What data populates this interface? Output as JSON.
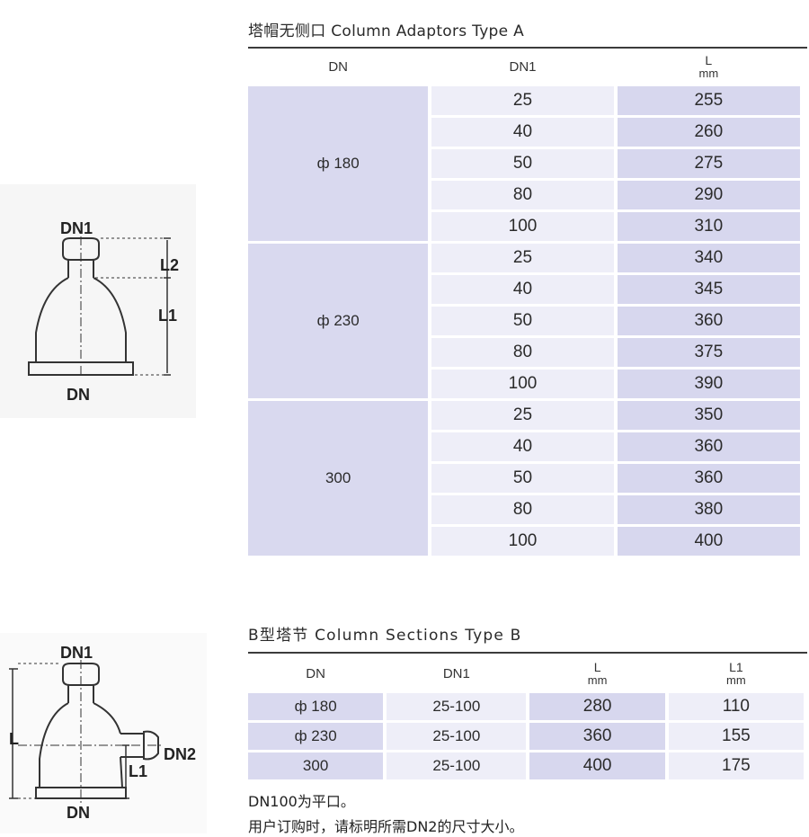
{
  "section_a": {
    "title": "塔帽无侧口 Column Adaptors Type A",
    "headers": {
      "dn": "DN",
      "dn1": "DN1",
      "l": "L",
      "l_unit": "mm"
    },
    "groups": [
      {
        "dn": "ф 180",
        "rows": [
          [
            "25",
            "255"
          ],
          [
            "40",
            "260"
          ],
          [
            "50",
            "275"
          ],
          [
            "80",
            "290"
          ],
          [
            "100",
            "310"
          ]
        ]
      },
      {
        "dn": "ф 230",
        "rows": [
          [
            "25",
            "340"
          ],
          [
            "40",
            "345"
          ],
          [
            "50",
            "360"
          ],
          [
            "80",
            "375"
          ],
          [
            "100",
            "390"
          ]
        ]
      },
      {
        "dn": "300",
        "rows": [
          [
            "25",
            "350"
          ],
          [
            "40",
            "360"
          ],
          [
            "50",
            "360"
          ],
          [
            "80",
            "380"
          ],
          [
            "100",
            "400"
          ]
        ]
      }
    ]
  },
  "diagram_a": {
    "labels": {
      "dn1": "DN1",
      "l2": "L2",
      "l1": "L1",
      "dn": "DN"
    }
  },
  "section_b": {
    "title": "B型塔节  Column Sections Type B",
    "headers": {
      "dn": "DN",
      "dn1": "DN1",
      "l": "L",
      "l_unit": "mm",
      "l1": "L1",
      "l1_unit": "mm"
    },
    "rows": [
      {
        "dn": "ф 180",
        "dn1": "25-100",
        "l": "280",
        "l1": "110"
      },
      {
        "dn": "ф 230",
        "dn1": "25-100",
        "l": "360",
        "l1": "155"
      },
      {
        "dn": "300",
        "dn1": "25-100",
        "l": "400",
        "l1": "175"
      }
    ]
  },
  "diagram_b": {
    "labels": {
      "dn1": "DN1",
      "l": "L",
      "dn2": "DN2",
      "l1": "L1",
      "dn": "DN"
    }
  },
  "notes": [
    "DN100为平口。",
    "用户订购时，请标明所需DN2的尺寸大小。"
  ]
}
